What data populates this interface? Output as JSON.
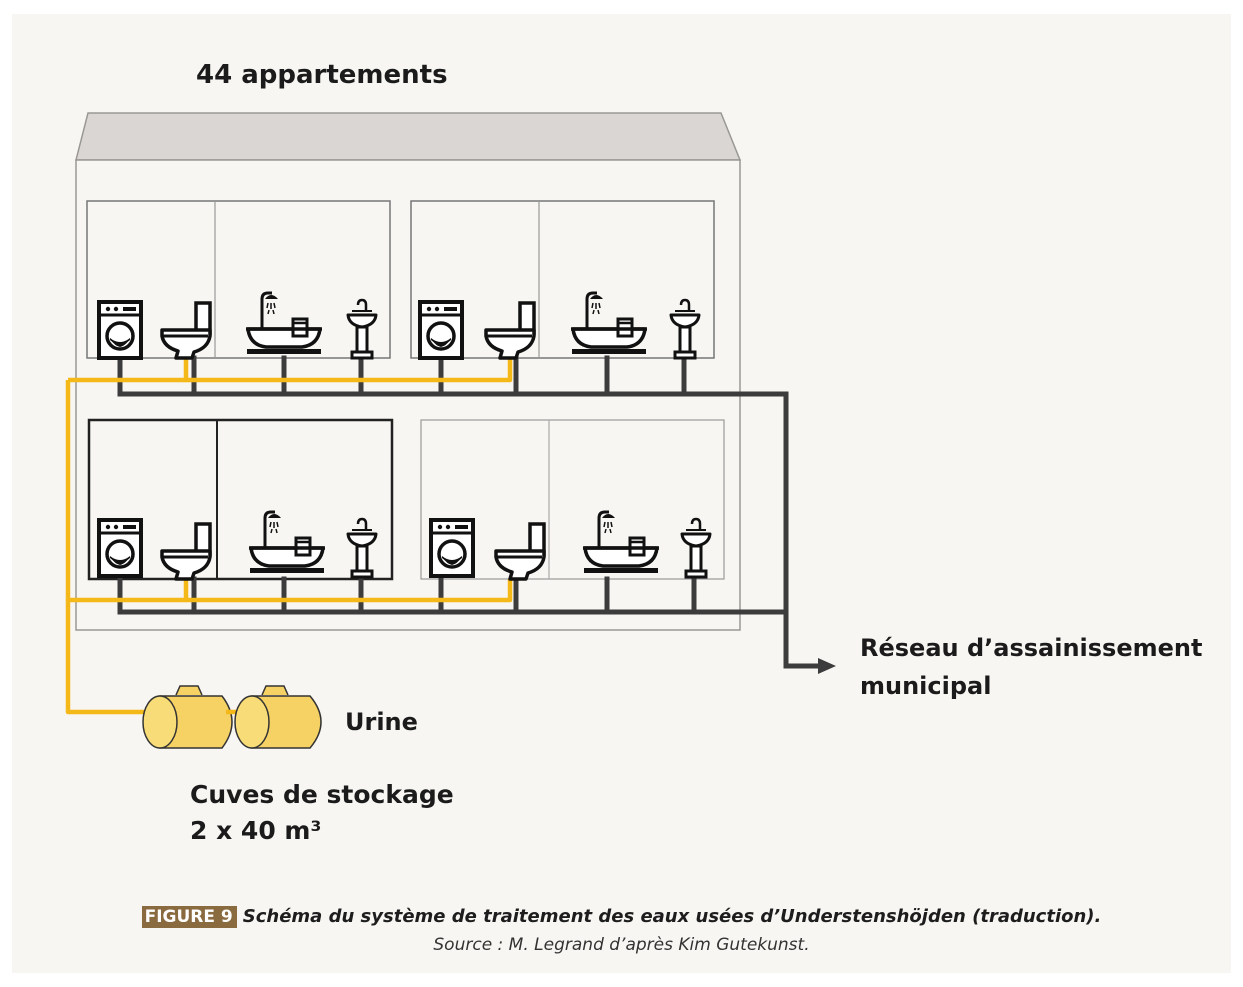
{
  "diagram": {
    "building_label": "44 appartements",
    "network_label_line1": "Réseau d’assainissement",
    "network_label_line2": "municipal",
    "urine_label": "Urine",
    "tanks_label_line1": "Cuves de stockage",
    "tanks_label_line2": "2 x 40 m³",
    "colors": {
      "urine_pipe": "#f4b819",
      "sewer_pipe": "#3c3c3c",
      "tank_fill": "#f6d264",
      "roof_fill": "#d9d6d3",
      "figure_tag": "#8a6a3f"
    },
    "fixtures_per_apartment": [
      "washing-machine",
      "toilet",
      "bathtub-shower",
      "sink"
    ]
  },
  "caption": {
    "tag": "FIGURE 9",
    "title": "Schéma du système de traitement des eaux usées d’Understenshöjden (traduction).",
    "source": "Source : M. Legrand d’après Kim Gutekunst."
  }
}
